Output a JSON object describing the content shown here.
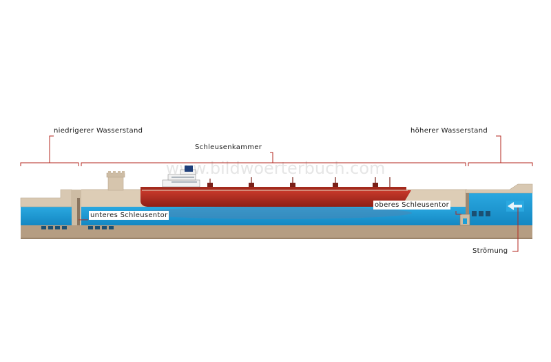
{
  "watermark": "www.bildwoerterbuch.com",
  "labels": {
    "lower_water_level": "niedrigerer Wasserstand",
    "upper_water_level": "höherer Wasserstand",
    "lock_chamber": "Schleusenkammer",
    "lower_gate": "unteres Schleusentor",
    "upper_gate": "oberes Schleusentor",
    "current": "Strömung"
  },
  "colors": {
    "water": "#1c9fd8",
    "ground": "#b59d82",
    "wall": "#d8c8b2",
    "hull": "#b92c1f",
    "leader_line": "#b3261e"
  }
}
